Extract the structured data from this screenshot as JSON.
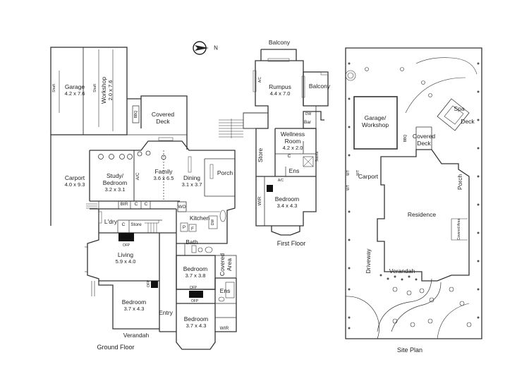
{
  "north_label": "N",
  "rooms": {
    "garage": {
      "name": "Garage",
      "dim": "4.2 x 7.6"
    },
    "workshop": {
      "name": "Workshop",
      "dim": "2.0 x 7.6"
    },
    "shaft_left": "Shaft",
    "shaft_right": "Shaft",
    "covered_deck": {
      "name": "Covered",
      "name2": "Deck"
    },
    "bbq": "BBQ",
    "carport": {
      "name": "Carport",
      "dim": "4.0 x 9.3"
    },
    "study": {
      "name": "Study/",
      "name2": "Bedroom",
      "dim": "3.2 x 3.1"
    },
    "ac_ground": "A/C",
    "family": {
      "name": "Family",
      "dim": "3.6 x 6.5"
    },
    "dining": {
      "name": "Dining",
      "dim": "3.1 x 3.7"
    },
    "porch": "Porch",
    "bir": "BIR",
    "c1": "C",
    "c2": "C",
    "wo": "WO",
    "kitchen": "Kitchen",
    "dw": "DW",
    "laundry": "L'dry",
    "c3": "C",
    "store": "Store",
    "ofp1": "OFP",
    "p": "P",
    "f": "F",
    "bath": "Bath",
    "living": {
      "name": "Living",
      "dim": "5.9 x 4.0"
    },
    "bedroom_a": {
      "name": "Bedroom",
      "dim": "3.7 x 3.8"
    },
    "covered_area": {
      "name": "Covered",
      "name2": "Area"
    },
    "ofp2": "OFP",
    "ofp3": "OFP",
    "ofp4": "OFP",
    "ens_ground": "Ens",
    "bedroom_b": {
      "name": "Bedroom",
      "dim": "3.7 x 4.3"
    },
    "entry": "Entry",
    "bedroom_c": {
      "name": "Bedroom",
      "dim": "3.7 x 4.3"
    },
    "wir_ground": "WIR",
    "verandah": "Verandah",
    "balcony_top": "Balcony",
    "rumpus": {
      "name": "Rumpus",
      "dim": "4.4 x 7.0"
    },
    "ac_first1": "A/C",
    "balcony_right": "Balcony",
    "dw_first": "DW",
    "bar": "Bar",
    "wellness": {
      "name": "Wellness",
      "name2": "Room",
      "dim": "4.2 x 2.0"
    },
    "store_first": "Store",
    "c_first": "C",
    "ens_first": "Ens",
    "sauna": "Sauna",
    "ac_first2": "A/C",
    "wir_first": "WIR",
    "bedroom_first": {
      "name": "Bedroom",
      "dim": "3.4 x 4.3"
    }
  },
  "site": {
    "garage": {
      "name": "Garage/",
      "name2": "Workshop"
    },
    "spa": "Spa",
    "deck": "Deck",
    "covered_deck": {
      "name": "Covered",
      "name2": "Deck"
    },
    "bbq": "BBQ",
    "carport": "Carport",
    "wt1": "WT",
    "wt2": "WT",
    "wt3": "WT",
    "porch": "Porch",
    "residence": "Residence",
    "covered_area": "Covered Area",
    "driveway": "Driveway",
    "verandah": "Verandah"
  },
  "captions": {
    "ground": "Ground Floor",
    "first": "First Floor",
    "site": "Site Plan"
  }
}
